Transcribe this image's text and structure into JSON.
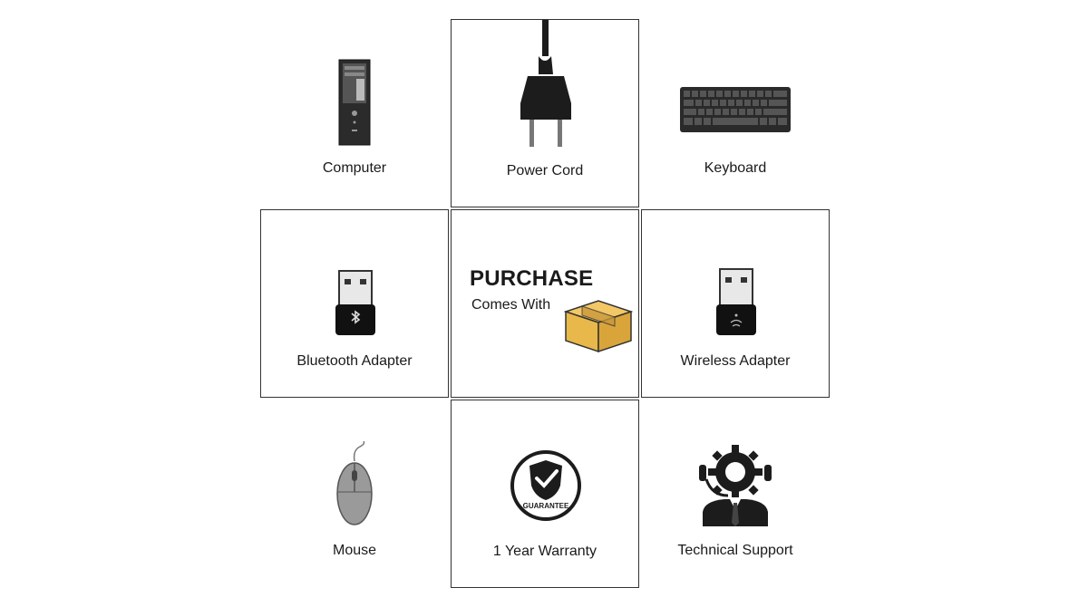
{
  "center": {
    "title": "PURCHASE",
    "subtitle": "Comes With"
  },
  "items": [
    {
      "label": "Computer",
      "icon": "computer-tower-icon"
    },
    {
      "label": "Power Cord",
      "icon": "power-plug-icon"
    },
    {
      "label": "Keyboard",
      "icon": "keyboard-icon"
    },
    {
      "label": "Bluetooth Adapter",
      "icon": "bluetooth-usb-adapter-icon"
    },
    {
      "label": "Wireless Adapter",
      "icon": "wifi-usb-adapter-icon"
    },
    {
      "label": "Mouse",
      "icon": "mouse-icon"
    },
    {
      "label": "1 Year Warranty",
      "icon": "guarantee-shield-icon",
      "badge_text": "GUARANTEE"
    },
    {
      "label": "Technical Support",
      "icon": "tech-support-agent-icon"
    }
  ],
  "colors": {
    "border": "#333333",
    "box_gold": "#e8b84a",
    "icon_dark": "#1c1c1c"
  }
}
